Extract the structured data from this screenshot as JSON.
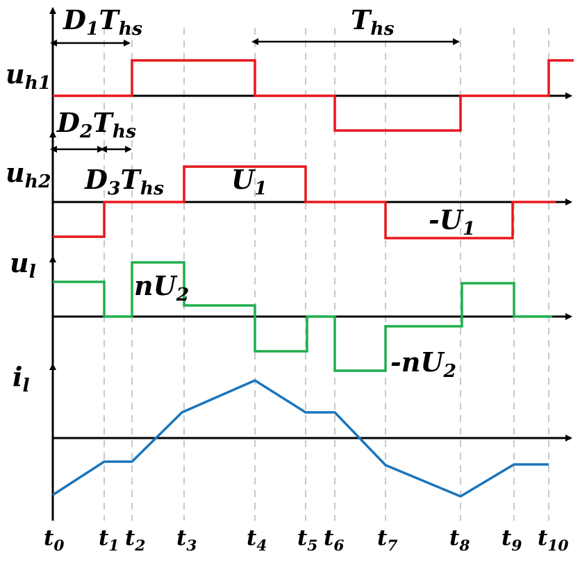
{
  "labels": {
    "d1": {
      "main": "D",
      "sub1": "1",
      "mid": "T",
      "sub2": "hs"
    },
    "d2": {
      "main": "D",
      "sub1": "2",
      "mid": "T",
      "sub2": "hs"
    },
    "d3": {
      "main": "D",
      "sub1": "3",
      "mid": "T",
      "sub2": "hs"
    },
    "ths": {
      "main": "T",
      "sub": "hs"
    },
    "uh1": {
      "main": "u",
      "sub": "h1"
    },
    "uh2": {
      "main": "u",
      "sub": "h2"
    },
    "ul": {
      "main": "u",
      "sub": "l"
    },
    "il": {
      "main": "i",
      "sub": "l"
    },
    "U1": {
      "main": "U",
      "sub": "1"
    },
    "negU1": {
      "main": "-U",
      "sub": "1"
    },
    "nU2": {
      "main": "nU",
      "sub": "2"
    },
    "negnU2": {
      "main": "-nU",
      "sub": "2"
    }
  },
  "time_labels": [
    {
      "main": "t",
      "sub": "0"
    },
    {
      "main": "t",
      "sub": "1"
    },
    {
      "main": "t",
      "sub": "2"
    },
    {
      "main": "t",
      "sub": "3"
    },
    {
      "main": "t",
      "sub": "4"
    },
    {
      "main": "t",
      "sub": "5"
    },
    {
      "main": "t",
      "sub": "6"
    },
    {
      "main": "t",
      "sub": "7"
    },
    {
      "main": "t",
      "sub": "8"
    },
    {
      "main": "t",
      "sub": "9"
    },
    {
      "main": "t",
      "sub": "10"
    }
  ],
  "colors": {
    "uh1": "#e8161b",
    "uh2": "#e8161b",
    "ul": "#1fae4b",
    "il": "#1a75bc",
    "axis": "#000000",
    "grid": "#c8c8c8"
  }
}
